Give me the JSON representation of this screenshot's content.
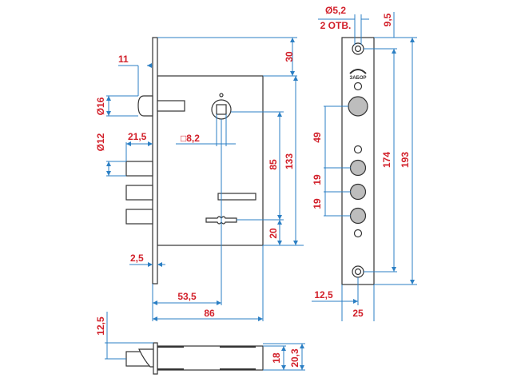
{
  "colors": {
    "dimension_text": "#d2202a",
    "dimension_line": "#2b7fc4",
    "outline": "#333333"
  },
  "front_view": {
    "dims": {
      "bolt_offset": "11",
      "latch_diameter": "Ø16",
      "bolt_diameter": "Ø12",
      "bolt_projection": "21,5",
      "spindle_square": "□8,2",
      "top_offset": "30",
      "spindle_to_key": "85",
      "body_height": "133",
      "key_to_bottom": "20",
      "faceplate_thickness": "2,5",
      "backset": "53,5",
      "body_depth": "86"
    }
  },
  "faceplate_view": {
    "logo": "ЗАБОР",
    "dims": {
      "screw_hole": "Ø5,2",
      "screw_hole_count": "2 ОТВ.",
      "hole_offset": "9,5",
      "hole_spacing": "174",
      "faceplate_height": "193",
      "latch_to_bolt": "49",
      "bolt_pitch_1": "19",
      "bolt_pitch_2": "19",
      "hole_center": "12,5",
      "faceplate_width": "25"
    }
  },
  "bottom_view": {
    "dims": {
      "bolt_center": "12,5",
      "body_thickness": "18",
      "overall_thickness": "20,3"
    }
  }
}
